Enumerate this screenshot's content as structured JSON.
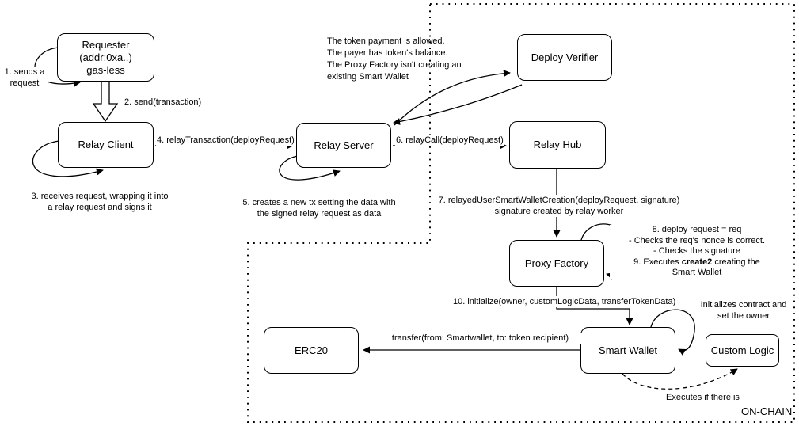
{
  "nodes": {
    "requester": {
      "line1": "Requester",
      "line2": "(addr:0xa..)",
      "line3": "gas-less"
    },
    "relay_client": {
      "label": "Relay Client"
    },
    "relay_server": {
      "label": "Relay Server"
    },
    "deploy_verifier": {
      "label": "Deploy Verifier"
    },
    "relay_hub": {
      "label": "Relay Hub"
    },
    "proxy_factory": {
      "label": "Proxy Factory"
    },
    "smart_wallet": {
      "label": "Smart Wallet"
    },
    "erc20": {
      "label": "ERC20"
    },
    "custom_logic": {
      "label": "Custom Logic"
    }
  },
  "edge_labels": {
    "step1": {
      "line1": "1. sends a",
      "line2": "request"
    },
    "step2": "2. send(transaction)",
    "step3": {
      "line1": "3. receives request, wrapping it into",
      "line2": "a relay request and signs it"
    },
    "step4": "4. relayTransaction(deployRequest)",
    "step5": {
      "line1": "5. creates a new tx setting the data with",
      "line2": "the signed relay request as data"
    },
    "step6": "6. relayCall(deployRequest)",
    "step7": {
      "line1": "7. relayedUserSmartWalletCreation(deployRequest, signature)",
      "line2": "signature created by relay worker"
    },
    "step8_9": {
      "line1": "8. deploy request = req",
      "line2": "- Checks the req's nonce is correct.",
      "line3": "- Checks the signature",
      "line4_prefix": "9. Executes ",
      "line4_bold": "create2",
      "line4_suffix": " creating the",
      "line5": "Smart Wallet"
    },
    "step10": "10. initialize(owner, customLogicData, transferTokenData)",
    "transfer": "transfer(from: Smartwallet, to: token recipient)",
    "executes_if": "Executes if there is"
  },
  "notes": {
    "verifier_note": {
      "line1": "The token payment is allowed.",
      "line2": "The payer has token's balance.",
      "line3": "The Proxy Factory isn't creating an",
      "line4": "existing Smart Wallet"
    },
    "initialize_note": {
      "line1": "Initializes contract and",
      "line2": "set the owner"
    }
  },
  "region": {
    "on_chain_label": "ON-CHAIN"
  },
  "colors": {
    "stroke": "#000000",
    "background": "#ffffff"
  }
}
